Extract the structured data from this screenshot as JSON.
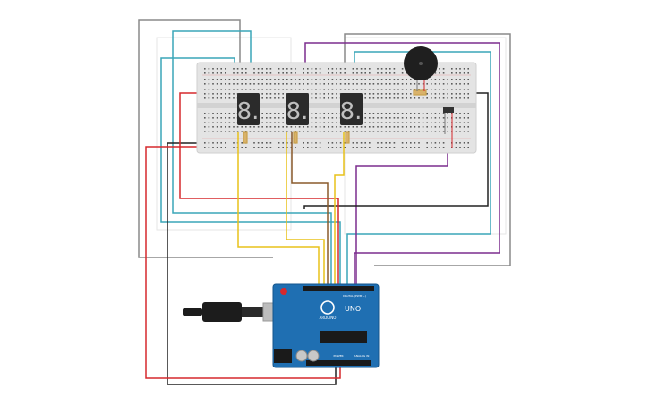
{
  "circuit": {
    "components": {
      "digit_1": {
        "type": "seven-segment-display",
        "glyph": "8."
      },
      "digit_2": {
        "type": "seven-segment-display",
        "glyph": "8."
      },
      "digit_3": {
        "type": "seven-segment-display",
        "glyph": "8."
      },
      "buzzer": {
        "type": "piezo-buzzer"
      },
      "breadboard": {
        "type": "breadboard"
      },
      "arduino": {
        "type": "arduino-uno",
        "model_label": "UNO",
        "brand_label": "ARDUINO",
        "digital_header_label": "DIGITAL (PWM ~)",
        "power_label": "POWER",
        "analog_label": "ANALOG IN"
      }
    },
    "colors": {
      "board": "#1f6fb2",
      "breadboard": "#e4e4e4",
      "display": "#2b2b2b",
      "segment": "#c0c0c0",
      "wire_red": "#d6282d",
      "wire_black": "#222222",
      "wire_gray": "#8a8a8a",
      "wire_cyan": "#3aa6b8",
      "wire_purple": "#7c2d8e",
      "wire_yellow": "#e8c21a",
      "wire_brown": "#8a5a2b"
    }
  }
}
